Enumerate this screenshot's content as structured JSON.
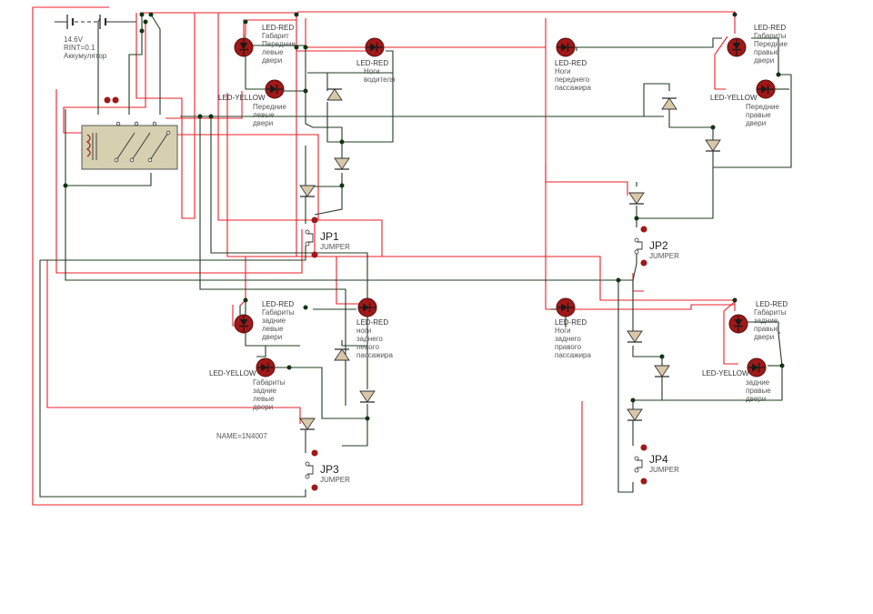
{
  "battery": {
    "voltage": "14.6V",
    "rint": "RINT=0.1",
    "name": "Аккумулятор"
  },
  "leds": [
    {
      "id": "led_front_left_red",
      "type": "LED-RED",
      "lines": [
        "Габарит",
        "Передние",
        "левые",
        "двери"
      ]
    },
    {
      "id": "led_driver_feet",
      "type": "LED-RED",
      "lines": [
        "Ноги",
        "водителя"
      ]
    },
    {
      "id": "led_front_pass_feet",
      "type": "LED-RED",
      "lines": [
        "Ноги",
        "переднего",
        "пассажира"
      ]
    },
    {
      "id": "led_front_right_red",
      "type": "LED-RED",
      "lines": [
        "Габариты",
        "Передние",
        "правые",
        "двери"
      ]
    },
    {
      "id": "led_front_left_yellow",
      "type": "LED-YELLOW",
      "lines": [
        "Передние",
        "левые",
        "двери"
      ]
    },
    {
      "id": "led_front_right_yellow",
      "type": "LED-YELLOW",
      "lines": [
        "Передние",
        "правые",
        "двери"
      ]
    },
    {
      "id": "led_rear_left_red",
      "type": "LED-RED",
      "lines": [
        "Габариты",
        "задние",
        "левые",
        "двери"
      ]
    },
    {
      "id": "led_rear_left_pass_feet",
      "type": "LED-RED",
      "lines": [
        "ноги",
        "заднего",
        "левого",
        "пассажира"
      ]
    },
    {
      "id": "led_rear_right_pass_feet",
      "type": "LED-RED",
      "lines": [
        "Ноги",
        "заднего",
        "правого",
        "пассажира"
      ]
    },
    {
      "id": "led_rear_right_red",
      "type": "LED-RED",
      "lines": [
        "Габариты",
        "задние",
        "правые",
        "двери"
      ]
    },
    {
      "id": "led_rear_left_yellow",
      "type": "LED-YELLOW",
      "lines": [
        "Габариты",
        "задние",
        "левые",
        "двери"
      ]
    },
    {
      "id": "led_rear_right_yellow",
      "type": "LED-YELLOW",
      "lines": [
        "задние",
        "правые",
        "двери"
      ]
    }
  ],
  "jumpers": [
    {
      "id": "jp1",
      "name": "JP1",
      "type": "JUMPER"
    },
    {
      "id": "jp2",
      "name": "JP2",
      "type": "JUMPER"
    },
    {
      "id": "jp3",
      "name": "JP3",
      "type": "JUMPER"
    },
    {
      "id": "jp4",
      "name": "JP4",
      "type": "JUMPER"
    }
  ],
  "diode_label": "NAME=1N4007",
  "colors": {
    "wire_positive": "#e8202a",
    "wire_ground": "#1f3d1f",
    "led_body": "#a01818",
    "diode_fill": "#d8c8a8",
    "relay_fill": "#d6cfb0"
  }
}
